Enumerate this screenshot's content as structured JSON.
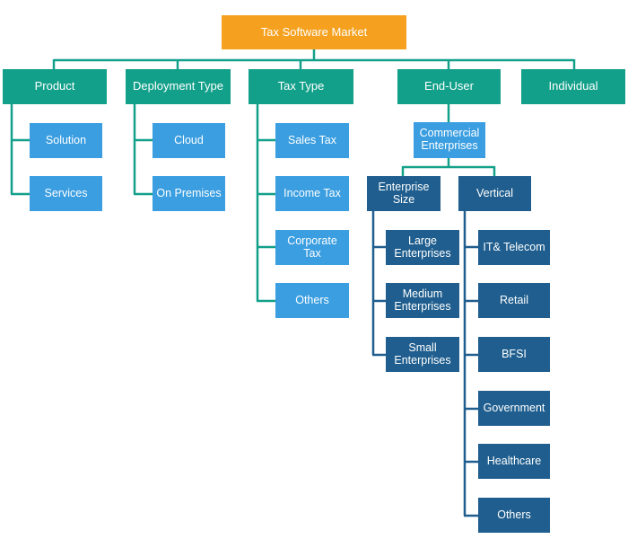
{
  "root": "Tax Software Market",
  "categories": {
    "product": {
      "label": "Product",
      "items": [
        "Solution",
        "Services"
      ]
    },
    "deployment": {
      "label": "Deployment Type",
      "items": [
        "Cloud",
        "On Premises"
      ]
    },
    "tax_type": {
      "label": "Tax Type",
      "items": [
        "Sales Tax",
        "Income Tax",
        "Corporate Tax",
        "Others"
      ]
    },
    "end_user": {
      "label": "End-User",
      "commercial": "Commercial\nEnterprises",
      "enterprise_size": {
        "label": "Enterprise\nSize",
        "items": [
          "Large\nEnterprises",
          "Medium\nEnterprises",
          "Small\nEnterprises"
        ]
      },
      "vertical": {
        "label": "Vertical",
        "items": [
          "IT& Telecom",
          "Retail",
          "BFSI",
          "Government",
          "Healthcare",
          "Others"
        ]
      }
    },
    "individual": {
      "label": "Individual"
    }
  },
  "colors": {
    "root": "#f5a11f",
    "category": "#13a08a",
    "leaf_light": "#3a9ee0",
    "leaf_dark": "#1f5e8e"
  }
}
